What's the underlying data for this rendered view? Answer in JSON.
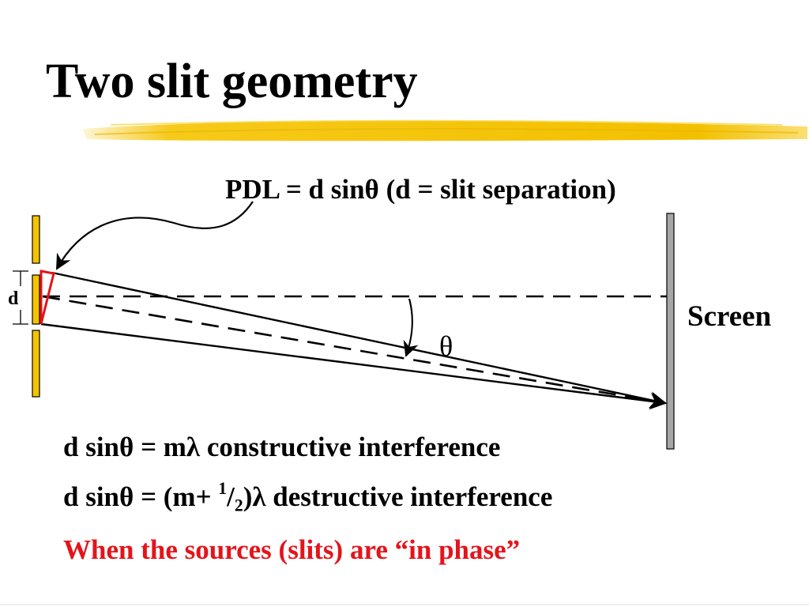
{
  "slide": {
    "title": "Two slit geometry",
    "pdl": {
      "prefix": "PDL = d sin",
      "theta": "θ",
      "suffix": " (d = slit separation)"
    },
    "diagram": {
      "d_label": "d",
      "screen_label": "Screen",
      "theta_label": "θ"
    },
    "equations": {
      "constructive": {
        "prefix": "d sin",
        "theta": "θ",
        "mid": " = m",
        "lambda": "λ",
        "suffix": " constructive interference"
      },
      "destructive": {
        "prefix": "d sin",
        "theta": "θ",
        "mid": " = (m+ ",
        "num": "1",
        "slash": "/",
        "den": "2",
        "close": ")",
        "lambda": "λ",
        "suffix": " destructive interference"
      }
    },
    "phase_note": "When the sources (slits) are “in phase”"
  },
  "colors": {
    "highlighter": "#f5c400",
    "slit": "#f5c400",
    "pdl_triangle": "#e4141b",
    "screen_fill": "#a6a6a6",
    "phase_text": "#e4141b"
  }
}
